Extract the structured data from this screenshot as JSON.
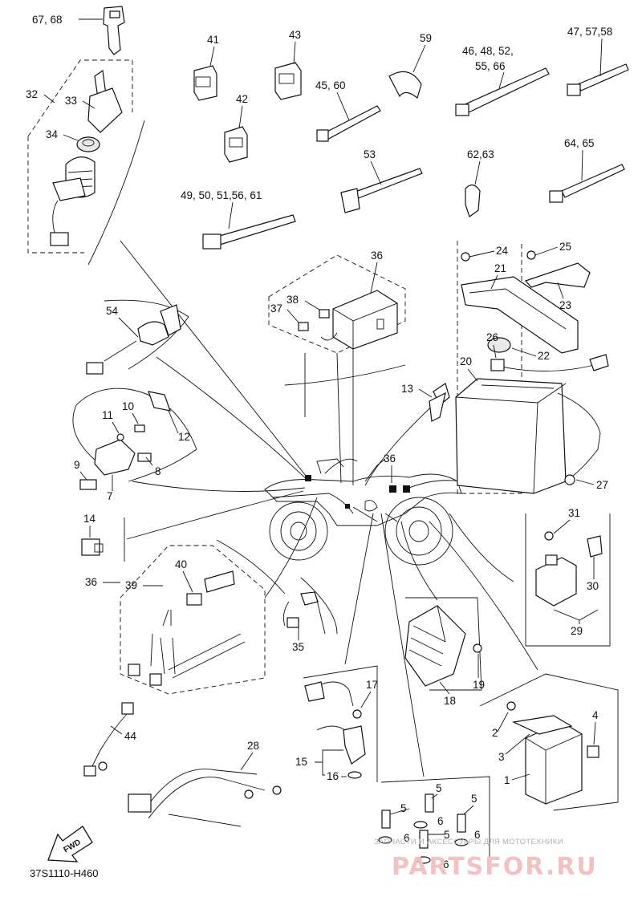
{
  "diagram_code": "37S1110-H460",
  "fwd_label": "FWD",
  "watermark": {
    "line1": "ЗАПЧАСТИ И АКСЕССУАРЫ ДЛЯ МОТОТЕХНИКИ",
    "line2": "PARTSFOR.RU"
  },
  "callouts": {
    "c1": "1",
    "c2": "2",
    "c3": "3",
    "c4": "4",
    "c5a": "5",
    "c5b": "5",
    "c5c": "5",
    "c5d": "5",
    "c6a": "6",
    "c6b": "6",
    "c6c": "6",
    "c6d": "6",
    "c7": "7",
    "c8": "8",
    "c9": "9",
    "c10": "10",
    "c11": "11",
    "c12": "12",
    "c13": "13",
    "c14": "14",
    "c15": "15",
    "c16": "16",
    "c17": "17",
    "c18": "18",
    "c19": "19",
    "c20": "20",
    "c21": "21",
    "c22": "22",
    "c23": "23",
    "c24": "24",
    "c25": "25",
    "c26": "26",
    "c27": "27",
    "c28": "28",
    "c29": "29",
    "c30": "30",
    "c31": "31",
    "c32": "32",
    "c33": "33",
    "c34": "34",
    "c35": "35",
    "c36a": "36",
    "c36b": "36",
    "c36c": "36",
    "c37": "37",
    "c38": "38",
    "c39": "39",
    "c40": "40",
    "c41": "41",
    "c42": "42",
    "c43": "43",
    "c44": "44",
    "c4560": "45, 60",
    "c4648a": "46, 48, 52,",
    "c4648b": "55, 66",
    "c4757": "47, 57,58",
    "c4950": "49, 50, 51,56, 61",
    "c53": "53",
    "c54": "54",
    "c59": "59",
    "c6263": "62,63",
    "c6465": "64, 65",
    "c6768": "67, 68"
  }
}
